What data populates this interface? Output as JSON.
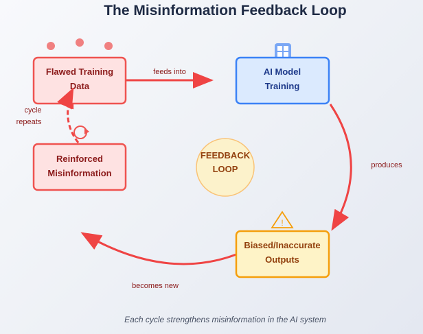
{
  "title": "The Misinformation Feedback Loop",
  "caption": "Each cycle strengthens misinformation in the AI system",
  "colors": {
    "arrow": "#ef4444",
    "red_fill": "#fee2e2",
    "red_stroke": "#ef5350",
    "red_text": "#8b1a1a",
    "blue_fill": "#dbeafe",
    "blue_stroke": "#3b82f6",
    "blue_text": "#1e3a8a",
    "amber_fill": "#fef3c7",
    "amber_stroke": "#f59e0b",
    "amber_text": "#92400e"
  },
  "nodes": {
    "flawed": {
      "line1": "Flawed Training",
      "line2": "Data",
      "icon": "dots-icon"
    },
    "model": {
      "line1": "AI Model",
      "line2": "Training",
      "icon": "grid-icon"
    },
    "outputs": {
      "line1": "Biased/Inaccurate",
      "line2": "Outputs",
      "icon": "warning-icon",
      "icon_glyph": "!"
    },
    "reinforced": {
      "line1": "Reinforced",
      "line2": "Misinformation",
      "icon": "cycle-icon"
    }
  },
  "center": {
    "line1": "FEEDBACK",
    "line2": "LOOP"
  },
  "edges": {
    "feeds_into": "feeds into",
    "produces": "produces",
    "becomes_new": "becomes new",
    "cycle_repeats_1": "cycle",
    "cycle_repeats_2": "repeats"
  }
}
